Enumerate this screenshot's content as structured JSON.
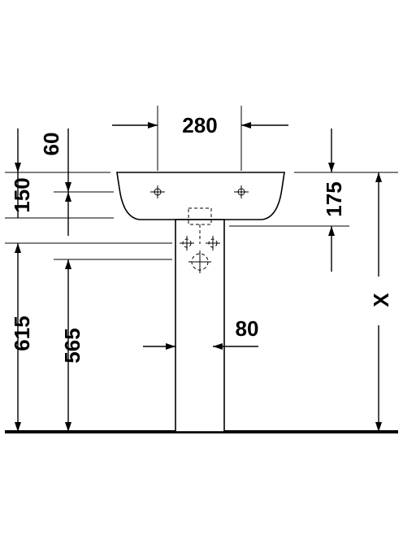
{
  "dimensions": {
    "width_top": "280",
    "rim_offset": "60",
    "basin_depth": "150",
    "outlet_drop": "175",
    "outlet_height": "615",
    "trap_height": "565",
    "pedestal_width": "80",
    "rim_height": "X"
  }
}
